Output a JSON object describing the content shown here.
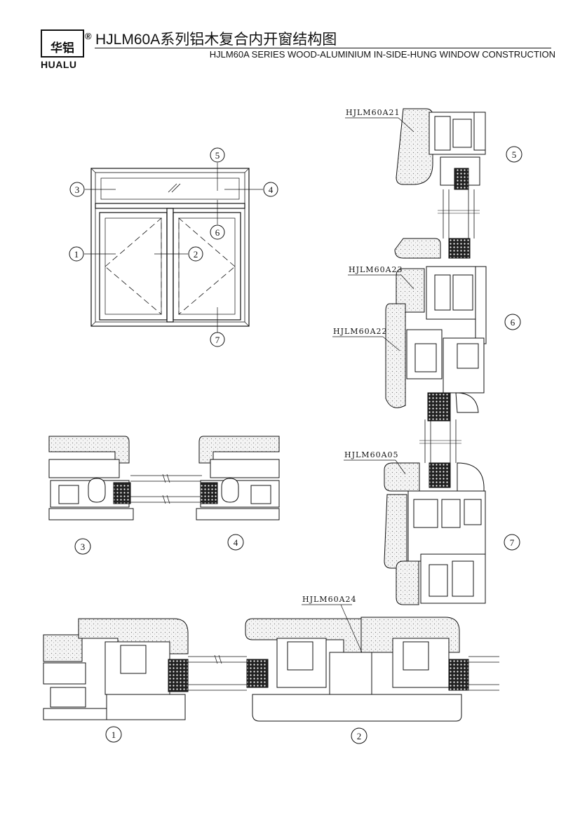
{
  "header": {
    "logo_cn": "华铝",
    "logo_en": "HUALU",
    "registered": "®",
    "title_cn": "HJLM60A系列铝木复合内开窗结构图",
    "title_en": "HJLM60A SERIES WOOD-ALUMINIUM IN-SIDE-HUNG WINDOW CONSTRUCTION"
  },
  "elevation": {
    "callouts": [
      "5",
      "3",
      "4",
      "6",
      "1",
      "2",
      "7"
    ]
  },
  "sections": {
    "numbers": [
      "5",
      "6",
      "7",
      "3",
      "4",
      "1",
      "2"
    ],
    "part_labels": [
      "HJLM60A21",
      "HJLM60A23",
      "HJLM60A22",
      "HJLM60A05",
      "HJLM60A24"
    ]
  },
  "colors": {
    "line": "#111111",
    "wood_fill": "#f2f2f2",
    "glass_fill": "#ffffff"
  }
}
